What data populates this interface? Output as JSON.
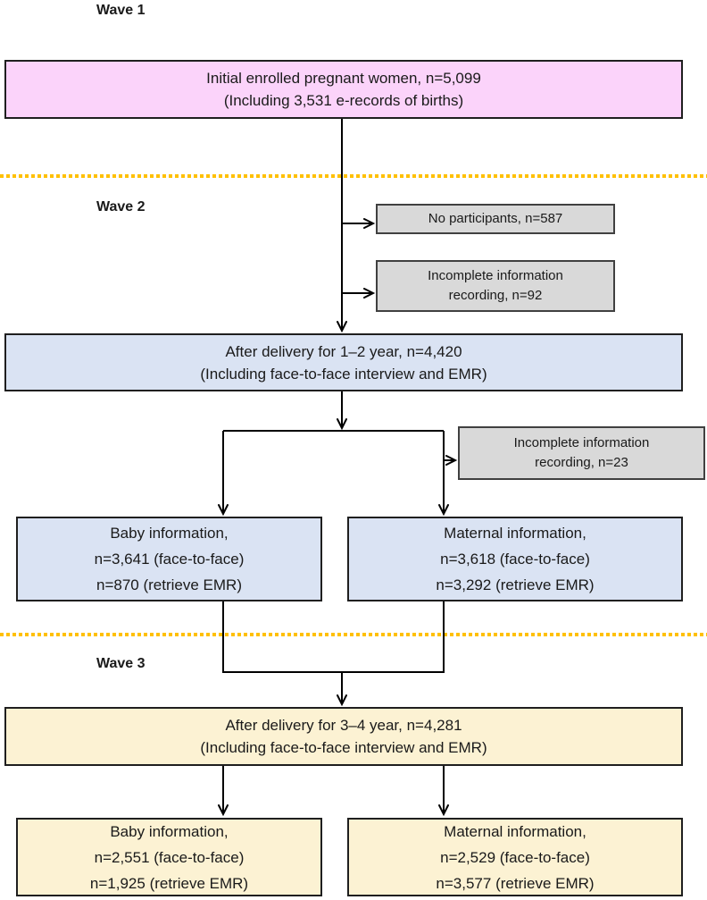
{
  "wave_labels": {
    "wave1": "Wave 1",
    "wave2": "Wave 2",
    "wave3": "Wave 3"
  },
  "boxes": {
    "initial": {
      "lines": [
        "Initial enrolled pregnant women, n=5,099",
        "(Including 3,531 e-records of births)"
      ]
    },
    "no_participants": {
      "lines": [
        "No participants, n=587"
      ]
    },
    "incomplete_92": {
      "lines": [
        "Incomplete information",
        "recording, n=92"
      ]
    },
    "after_delivery_1_2": {
      "lines": [
        "After delivery for 1–2 year, n=4,420",
        "(Including face-to-face interview and EMR)"
      ]
    },
    "incomplete_23": {
      "lines": [
        "Incomplete information",
        "recording, n=23"
      ]
    },
    "baby_w2": {
      "lines": [
        "Baby information,",
        "n=3,641 (face-to-face)",
        "n=870 (retrieve EMR)"
      ]
    },
    "maternal_w2": {
      "lines": [
        "Maternal information,",
        "n=3,618 (face-to-face)",
        "n=3,292 (retrieve EMR)"
      ]
    },
    "after_delivery_3_4": {
      "lines": [
        "After delivery for 3–4 year, n=4,281",
        "(Including face-to-face interview and EMR)"
      ]
    },
    "baby_w3": {
      "lines": [
        "Baby information,",
        "n=2,551 (face-to-face)",
        "n=1,925 (retrieve EMR)"
      ]
    },
    "maternal_w3": {
      "lines": [
        "Maternal information,",
        "n=2,529 (face-to-face)",
        "n=3,577 (retrieve EMR)"
      ]
    }
  },
  "colors": {
    "wave1_box_fill": "#FBD3FA",
    "wave2_box_fill": "#DAE3F3",
    "wave3_box_fill": "#FCF2D3",
    "excluded_box_fill": "#D9D9D9",
    "box_border": "#1F1F1F",
    "excluded_box_border": "#404040",
    "divider_dots": "#FFC000",
    "connector_line": "#000000"
  }
}
